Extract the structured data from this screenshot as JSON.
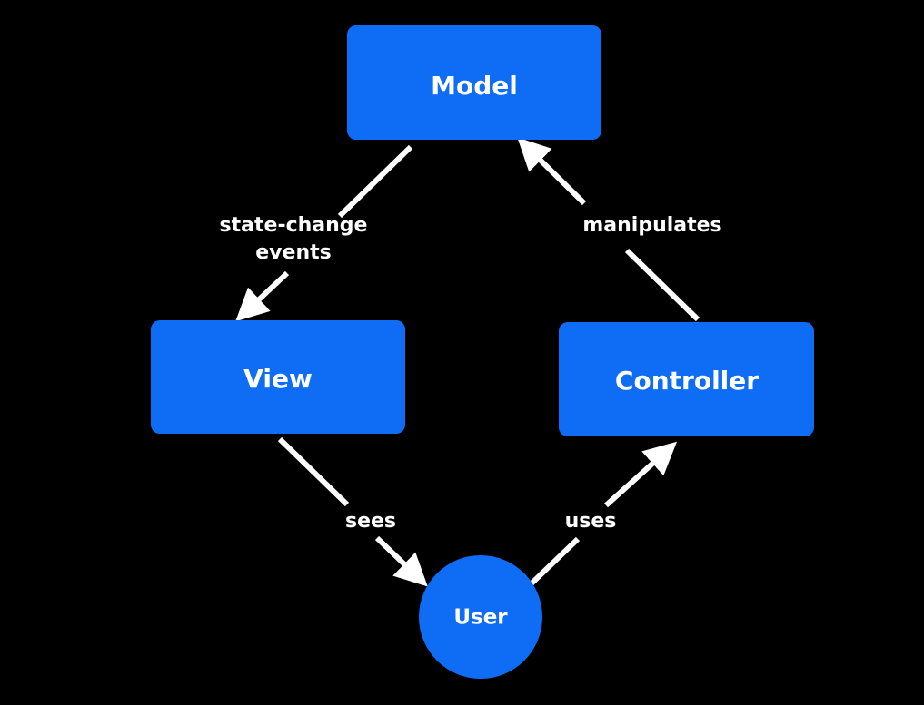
{
  "colors": {
    "background": "#000000",
    "node_fill": "#0f6df5",
    "arrow": "#ffffff",
    "text": "#ffffff"
  },
  "nodes": {
    "model": "Model",
    "view": "View",
    "controller": "Controller",
    "user": "User"
  },
  "edges": {
    "model_to_view": {
      "line1": "state-change",
      "line2": "events"
    },
    "controller_to_model": "manipulates",
    "view_to_user": "sees",
    "user_to_controller": "uses"
  }
}
